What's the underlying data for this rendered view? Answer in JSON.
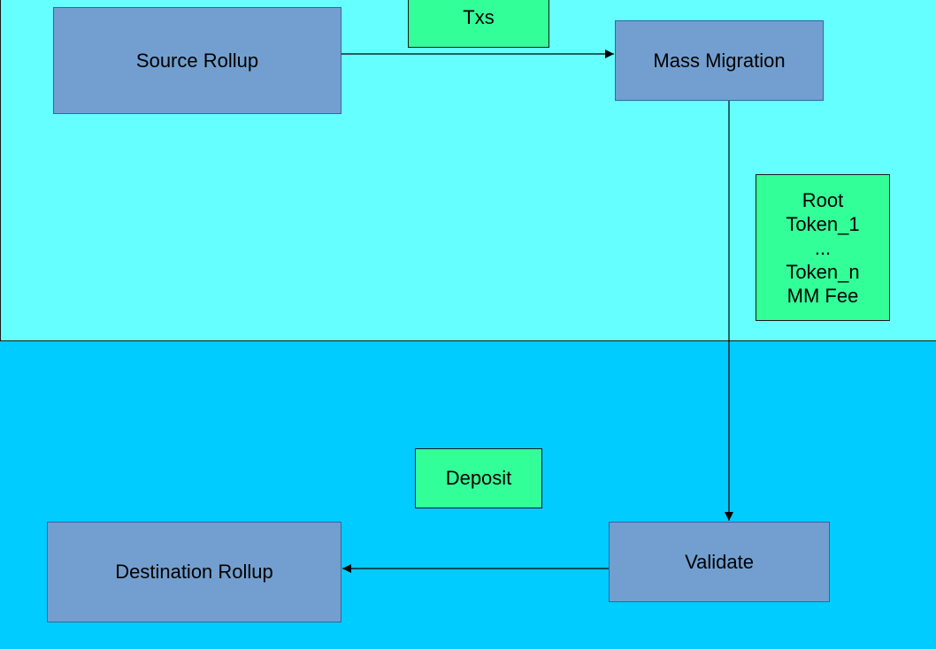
{
  "colors": {
    "top_band": "#66ffff",
    "bottom_band": "#00ccff",
    "process_box": "#729fcf",
    "note_box": "#33ff99",
    "line": "#000000"
  },
  "nodes": {
    "source_rollup": "Source Rollup",
    "mass_migration": "Mass Migration",
    "validate": "Validate",
    "destination_rollup": "Destination Rollup"
  },
  "notes": {
    "txs": "Txs",
    "deposit": "Deposit",
    "mm_payload": [
      "Root",
      "Token_1",
      "...",
      "Token_n",
      "MM Fee"
    ]
  },
  "edges": [
    {
      "from": "source_rollup",
      "to": "mass_migration"
    },
    {
      "from": "mass_migration",
      "to": "validate"
    },
    {
      "from": "validate",
      "to": "destination_rollup"
    }
  ]
}
